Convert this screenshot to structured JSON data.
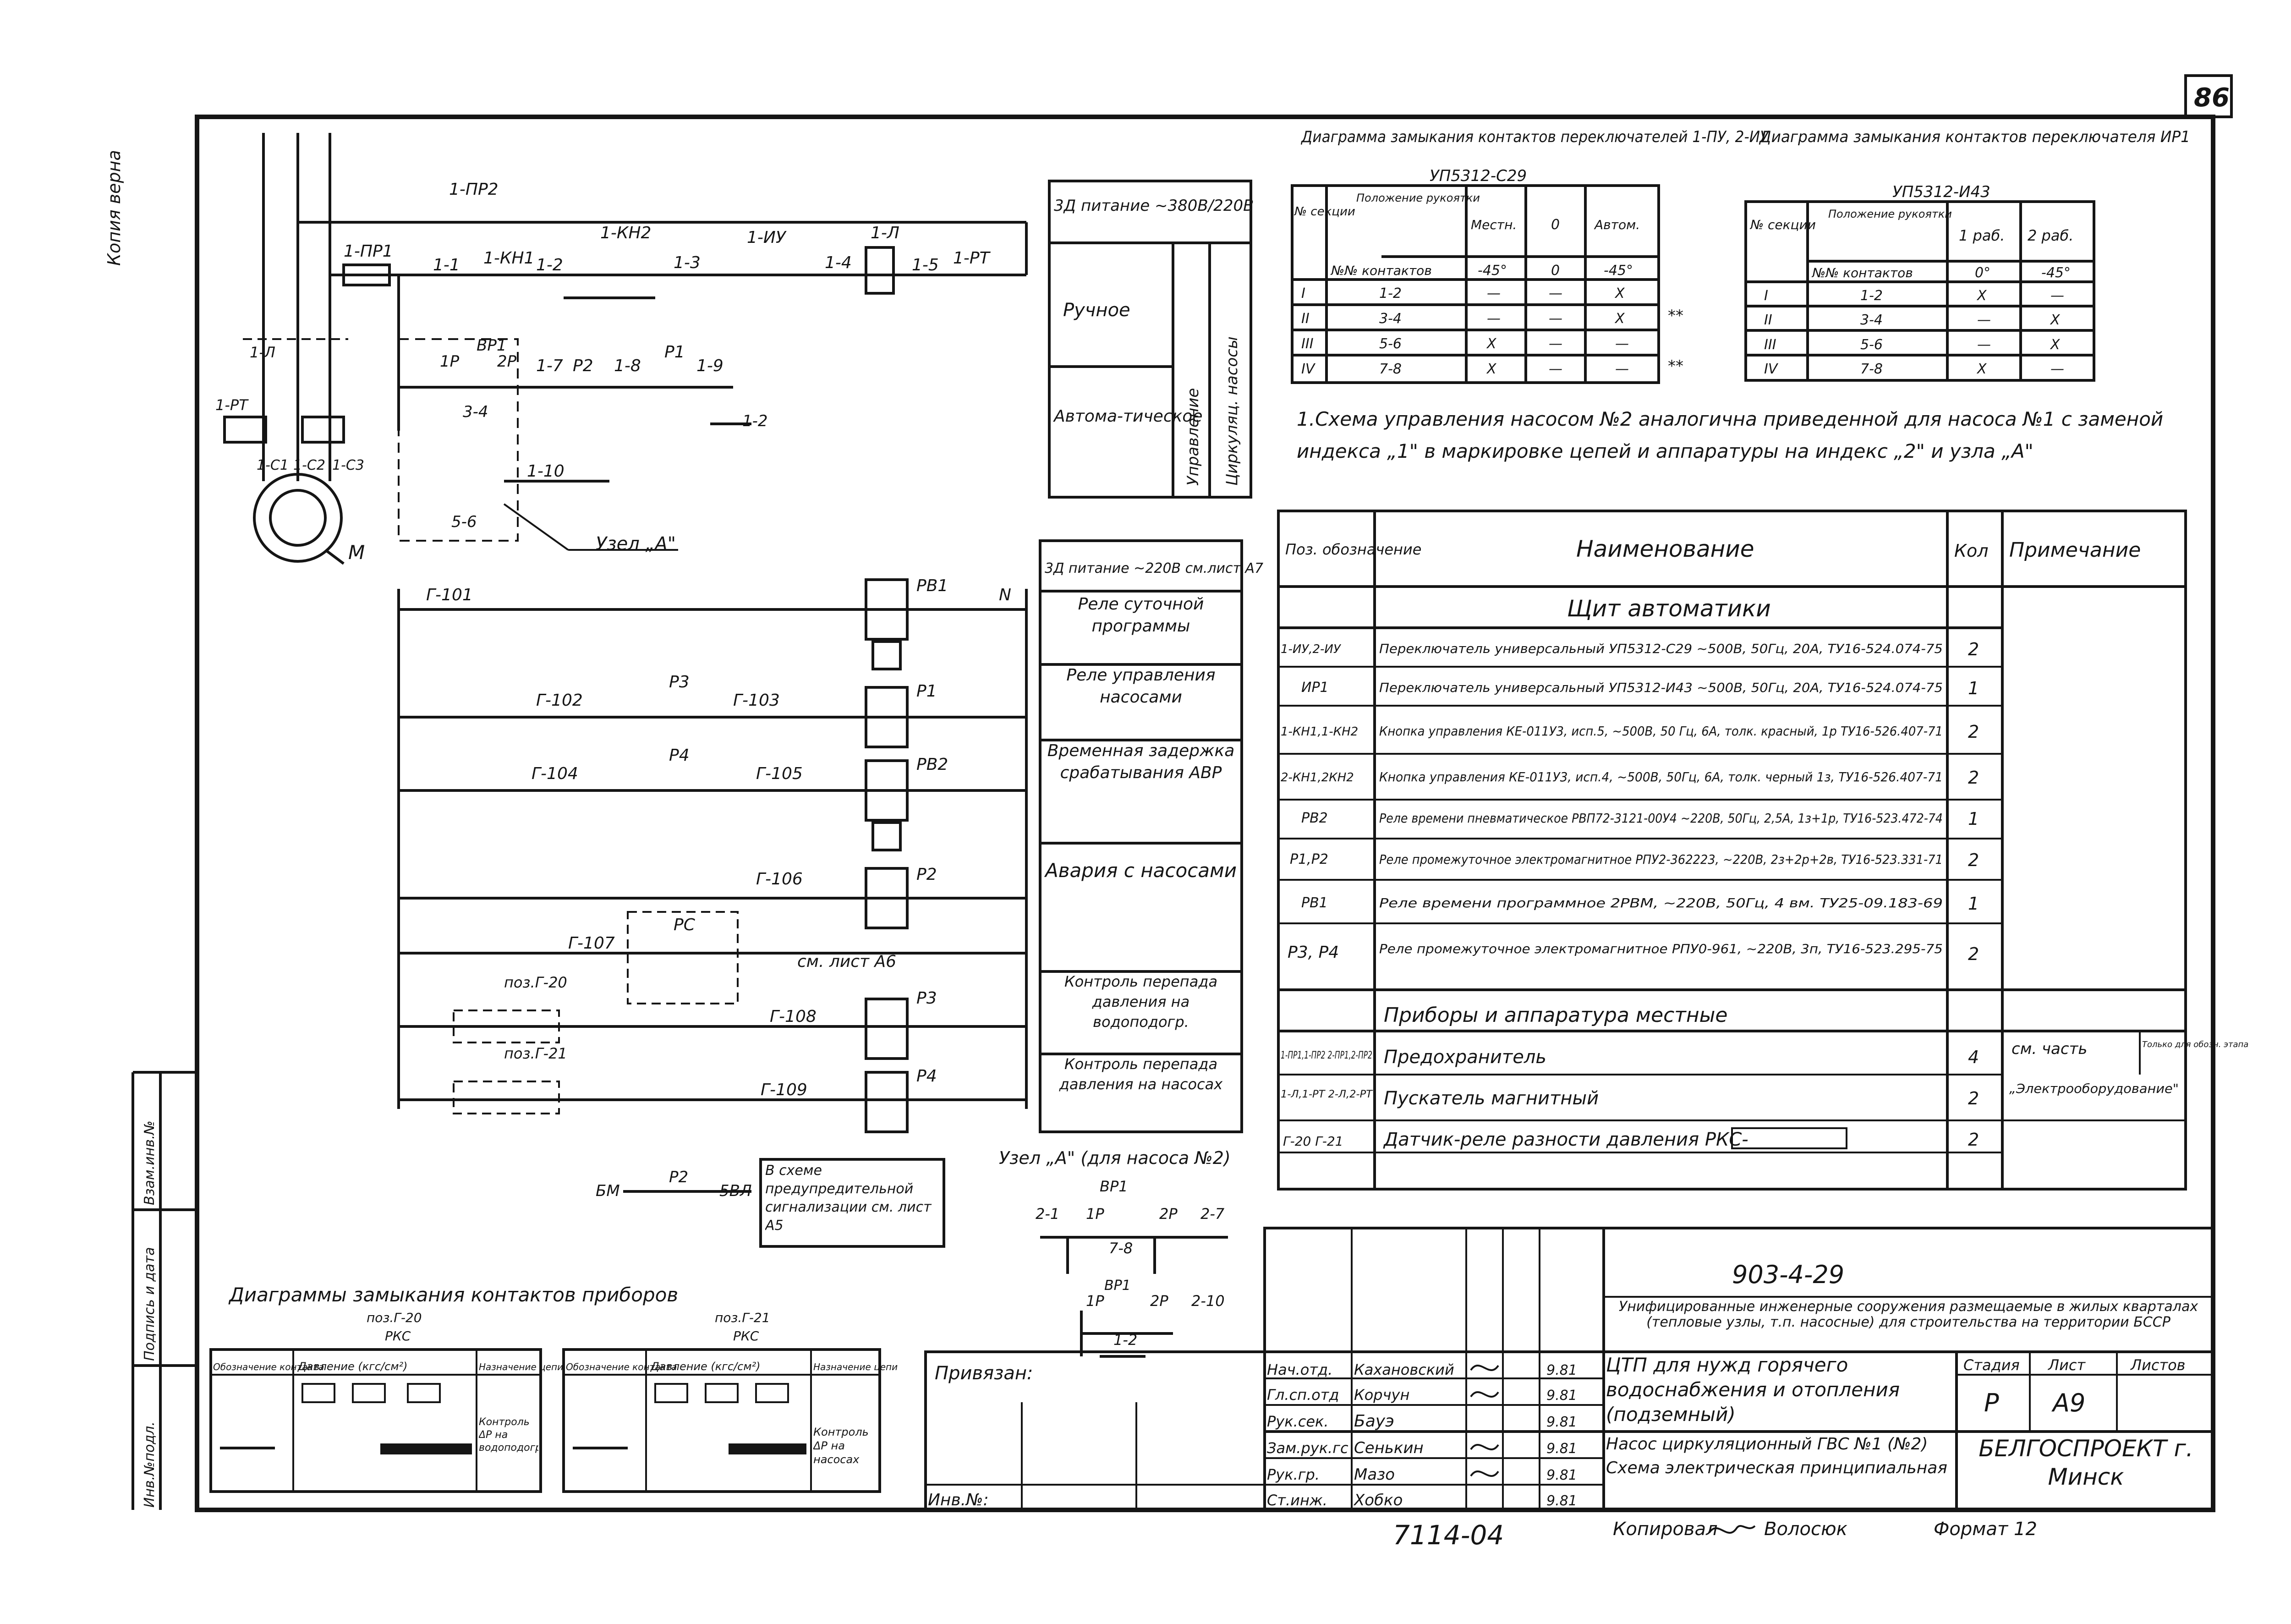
{
  "sheet_number": "86",
  "margin_note": "Копия верна",
  "stamp_side_labels": [
    "Инв.№подл.",
    "Подпись и дата",
    "Взам.инв.№"
  ],
  "power_supply_1": "3Д питание ~380В/220В",
  "mode_labels": [
    "Ручное",
    "Автома-тическое"
  ],
  "mode_side_labels": [
    "Управление",
    "Циркуляц. насосы"
  ],
  "power_supply_2": "3Д питание ~220В см.лист А7",
  "function_labels": [
    "Реле суточной программы",
    "Реле управления насосами",
    "Временная задержка срабатывания АВР",
    "Авария с насосами",
    "Контроль перепада давления на водоподогр.",
    "Контроль перепада давления на насосах"
  ],
  "circuit_labels": {
    "upper": [
      "1-ПР2",
      "1-ПР1",
      "1-1",
      "1-КН1",
      "1-2",
      "1-КН2",
      "1-3",
      "1-ИУ",
      "1-4",
      "1-Л",
      "1-5",
      "1-РТ",
      "ВР1",
      "1Р",
      "2Р",
      "3-4",
      "1-7",
      "Р2",
      "1-8",
      "Р1",
      "1-9",
      "1-10",
      "5-6",
      "1-2",
      "1-Л",
      "1-РТ",
      "1-С1",
      "1-С2",
      "1-С3",
      "М",
      "Узел „А\""
    ],
    "lower": [
      "Г-101",
      "РВ1",
      "N",
      "Г-102",
      "Р3",
      "Г-103",
      "Р1",
      "Г-104",
      "Р4",
      "Г-105",
      "РВ2",
      "Г-106",
      "Р2",
      "Г-107",
      "РС",
      "см. лист А6",
      "поз.Г-20",
      "Г-108",
      "Р3",
      "поз.Г-21",
      "Г-109",
      "Р4",
      "БМ",
      "Р2",
      "5ВЛ"
    ]
  },
  "note_box": "В схеме предупредительной сигнализации см. лист А5",
  "node_a": {
    "title": "Узел „А\" (для насоса №2)",
    "labels": [
      "ВР1",
      "2-1",
      "1Р",
      "2Р",
      "2-7",
      "7-8",
      "ВР1",
      "1Р",
      "2Р",
      "2-10",
      "1-2"
    ]
  },
  "diagram1": {
    "title": "Диаграмма замыкания контактов переключателей 1-ПУ, 2-ИУ",
    "model": "УП5312-С29",
    "header": [
      "№ секции",
      "№№ контактов",
      "Положение рукоятки",
      "Местн.",
      "0",
      "Автом."
    ],
    "angles": [
      "-45°",
      "0",
      "-45°"
    ],
    "rows": [
      {
        "sec": "I",
        "contacts": "1-2",
        "cells": [
          "—",
          "—",
          "X"
        ]
      },
      {
        "sec": "II",
        "contacts": "3-4",
        "cells": [
          "—",
          "—",
          "X"
        ]
      },
      {
        "sec": "III",
        "contacts": "5-6",
        "cells": [
          "X",
          "—",
          "—"
        ]
      },
      {
        "sec": "IV",
        "contacts": "7-8",
        "cells": [
          "X",
          "—",
          "—"
        ]
      }
    ],
    "marks": [
      "**",
      "**"
    ]
  },
  "diagram2": {
    "title": "Диаграмма замыкания контактов переключателя ИР1",
    "model": "УП5312-И43",
    "header": [
      "№ секции",
      "№№ контактов",
      "Положение рукоятки",
      "1 раб.",
      "2 раб."
    ],
    "angles": [
      "0°",
      "-45°"
    ],
    "rows": [
      {
        "sec": "I",
        "contacts": "1-2",
        "cells": [
          "X",
          "—"
        ]
      },
      {
        "sec": "II",
        "contacts": "3-4",
        "cells": [
          "—",
          "X"
        ]
      },
      {
        "sec": "III",
        "contacts": "5-6",
        "cells": [
          "—",
          "X"
        ]
      },
      {
        "sec": "IV",
        "contacts": "7-8",
        "cells": [
          "X",
          "—"
        ]
      }
    ]
  },
  "note_1": "1.Схема управления насосом №2 аналогична приведенной для насоса №1 с заменой индекса „1\" в маркировке цепей и аппаратуры на индекс „2\" и узла „А\"",
  "spec": {
    "headers": [
      "Поз. обозначение",
      "Наименование",
      "Кол",
      "Примечание"
    ],
    "section1": "Щит автоматики",
    "rows1": [
      {
        "pos": "1-ИУ,2-ИУ",
        "name": "Переключатель универсальный УП5312-С29 ~500В, 50Гц, 20А, ТУ16-524.074-75",
        "qty": "2",
        "note": ""
      },
      {
        "pos": "ИР1",
        "name": "Переключатель универсальный УП5312-И43 ~500В, 50Гц, 20А, ТУ16-524.074-75",
        "qty": "1",
        "note": ""
      },
      {
        "pos": "1-КН1,1-КН2",
        "name": "Кнопка управления КЕ-011У3, исп.5, ~500В, 50 Гц, 6А, толк. красный, 1р ТУ16-526.407-71",
        "qty": "2",
        "note": ""
      },
      {
        "pos": "2-КН1,2КН2",
        "name": "Кнопка управления КЕ-011У3, исп.4, ~500В, 50Гц, 6А, толк. черный 1з, ТУ16-526.407-71",
        "qty": "2",
        "note": ""
      },
      {
        "pos": "РВ2",
        "name": "Реле времени пневматическое РВП72-3121-00У4 ~220В, 50Гц, 2,5А, 1з+1р, ТУ16-523.472-74",
        "qty": "1",
        "note": ""
      },
      {
        "pos": "Р1,Р2",
        "name": "Реле промежуточное электромагнитное РПУ2-362223, ~220В, 2з+2р+2в, ТУ16-523.331-71",
        "qty": "2",
        "note": ""
      },
      {
        "pos": "РВ1",
        "name": "Реле времени программное 2РВМ, ~220В, 50Гц, 4 вм. ТУ25-09.183-69",
        "qty": "1",
        "note": ""
      },
      {
        "pos": "Р3, Р4",
        "name": "Реле промежуточное электромагнитное РПУ0-961, ~220В, 3п, ТУ16-523.295-75",
        "qty": "2",
        "note": ""
      }
    ],
    "section2": "Приборы и аппаратура местные",
    "rows2": [
      {
        "pos": "1-ПР1,1-ПР2 2-ПР1,2-ПР2",
        "name": "Предохранитель",
        "qty": "4",
        "note": "см. часть"
      },
      {
        "pos": "1-Л,1-РТ 2-Л,2-РТ",
        "name": "Пускатель магнитный",
        "qty": "2",
        "note": "„Электрооборудование\""
      },
      {
        "pos": "Г-20 Г-21",
        "name": "Датчик-реле разности давления РКС-",
        "qty": "2",
        "note": ""
      }
    ],
    "side_note": "Только для обозн. этапа"
  },
  "contact_diagrams": {
    "title": "Диаграммы замыкания контактов приборов",
    "left": {
      "pos": "поз.Г-20",
      "device": "РКС",
      "headers": [
        "Обозначение контакта",
        "Давление (кгс/см²)",
        "Назначение цепи"
      ],
      "purpose": "Контроль ΔР на водоподогре."
    },
    "right": {
      "pos": "поз.Г-21",
      "device": "РКС",
      "headers": [
        "Обозначение контакта",
        "Давление (кгс/см²)",
        "Назначение цепи"
      ],
      "purpose": "Контроль ΔР на насосах"
    }
  },
  "binding": {
    "label": "Привязан:",
    "inv": "Инв.№:"
  },
  "title_block": {
    "code": "903-4-29",
    "project": "Унифицированные инженерные сооружения размещаемые в жилых кварталах (тепловые узлы, т.п. насосные) для строительства на территории БССР",
    "object": "ЦТП для нужд горячего водоснабжения и отопления (подземный)",
    "sheet_title": "Насос циркуляционный ГВС №1 (№2) Схема электрическая принципиальная",
    "roles": [
      {
        "role": "Нач.отд.",
        "name": "Кахановский",
        "date": "9.81"
      },
      {
        "role": "Гл.сп.отд",
        "name": "Корчун",
        "date": "9.81"
      },
      {
        "role": "Рук.сек.",
        "name": "Бауэ",
        "date": "9.81"
      },
      {
        "role": "Зам.рук.гс",
        "name": "Сенькин",
        "date": "9.81"
      },
      {
        "role": "Рук.гр.",
        "name": "Мазо",
        "date": "9.81"
      },
      {
        "role": "Ст.инж.",
        "name": "Хобко",
        "date": "9.81"
      }
    ],
    "stage_label": "Стадия",
    "sheet_label": "Лист",
    "sheets_label": "Листов",
    "stage": "Р",
    "sheet": "А9",
    "org": "БЕЛГОСПРОЕКТ г. Минск",
    "copied": "Копировал",
    "copier": "Волосюк",
    "format": "Формат 12",
    "inventory": "7114-04"
  }
}
